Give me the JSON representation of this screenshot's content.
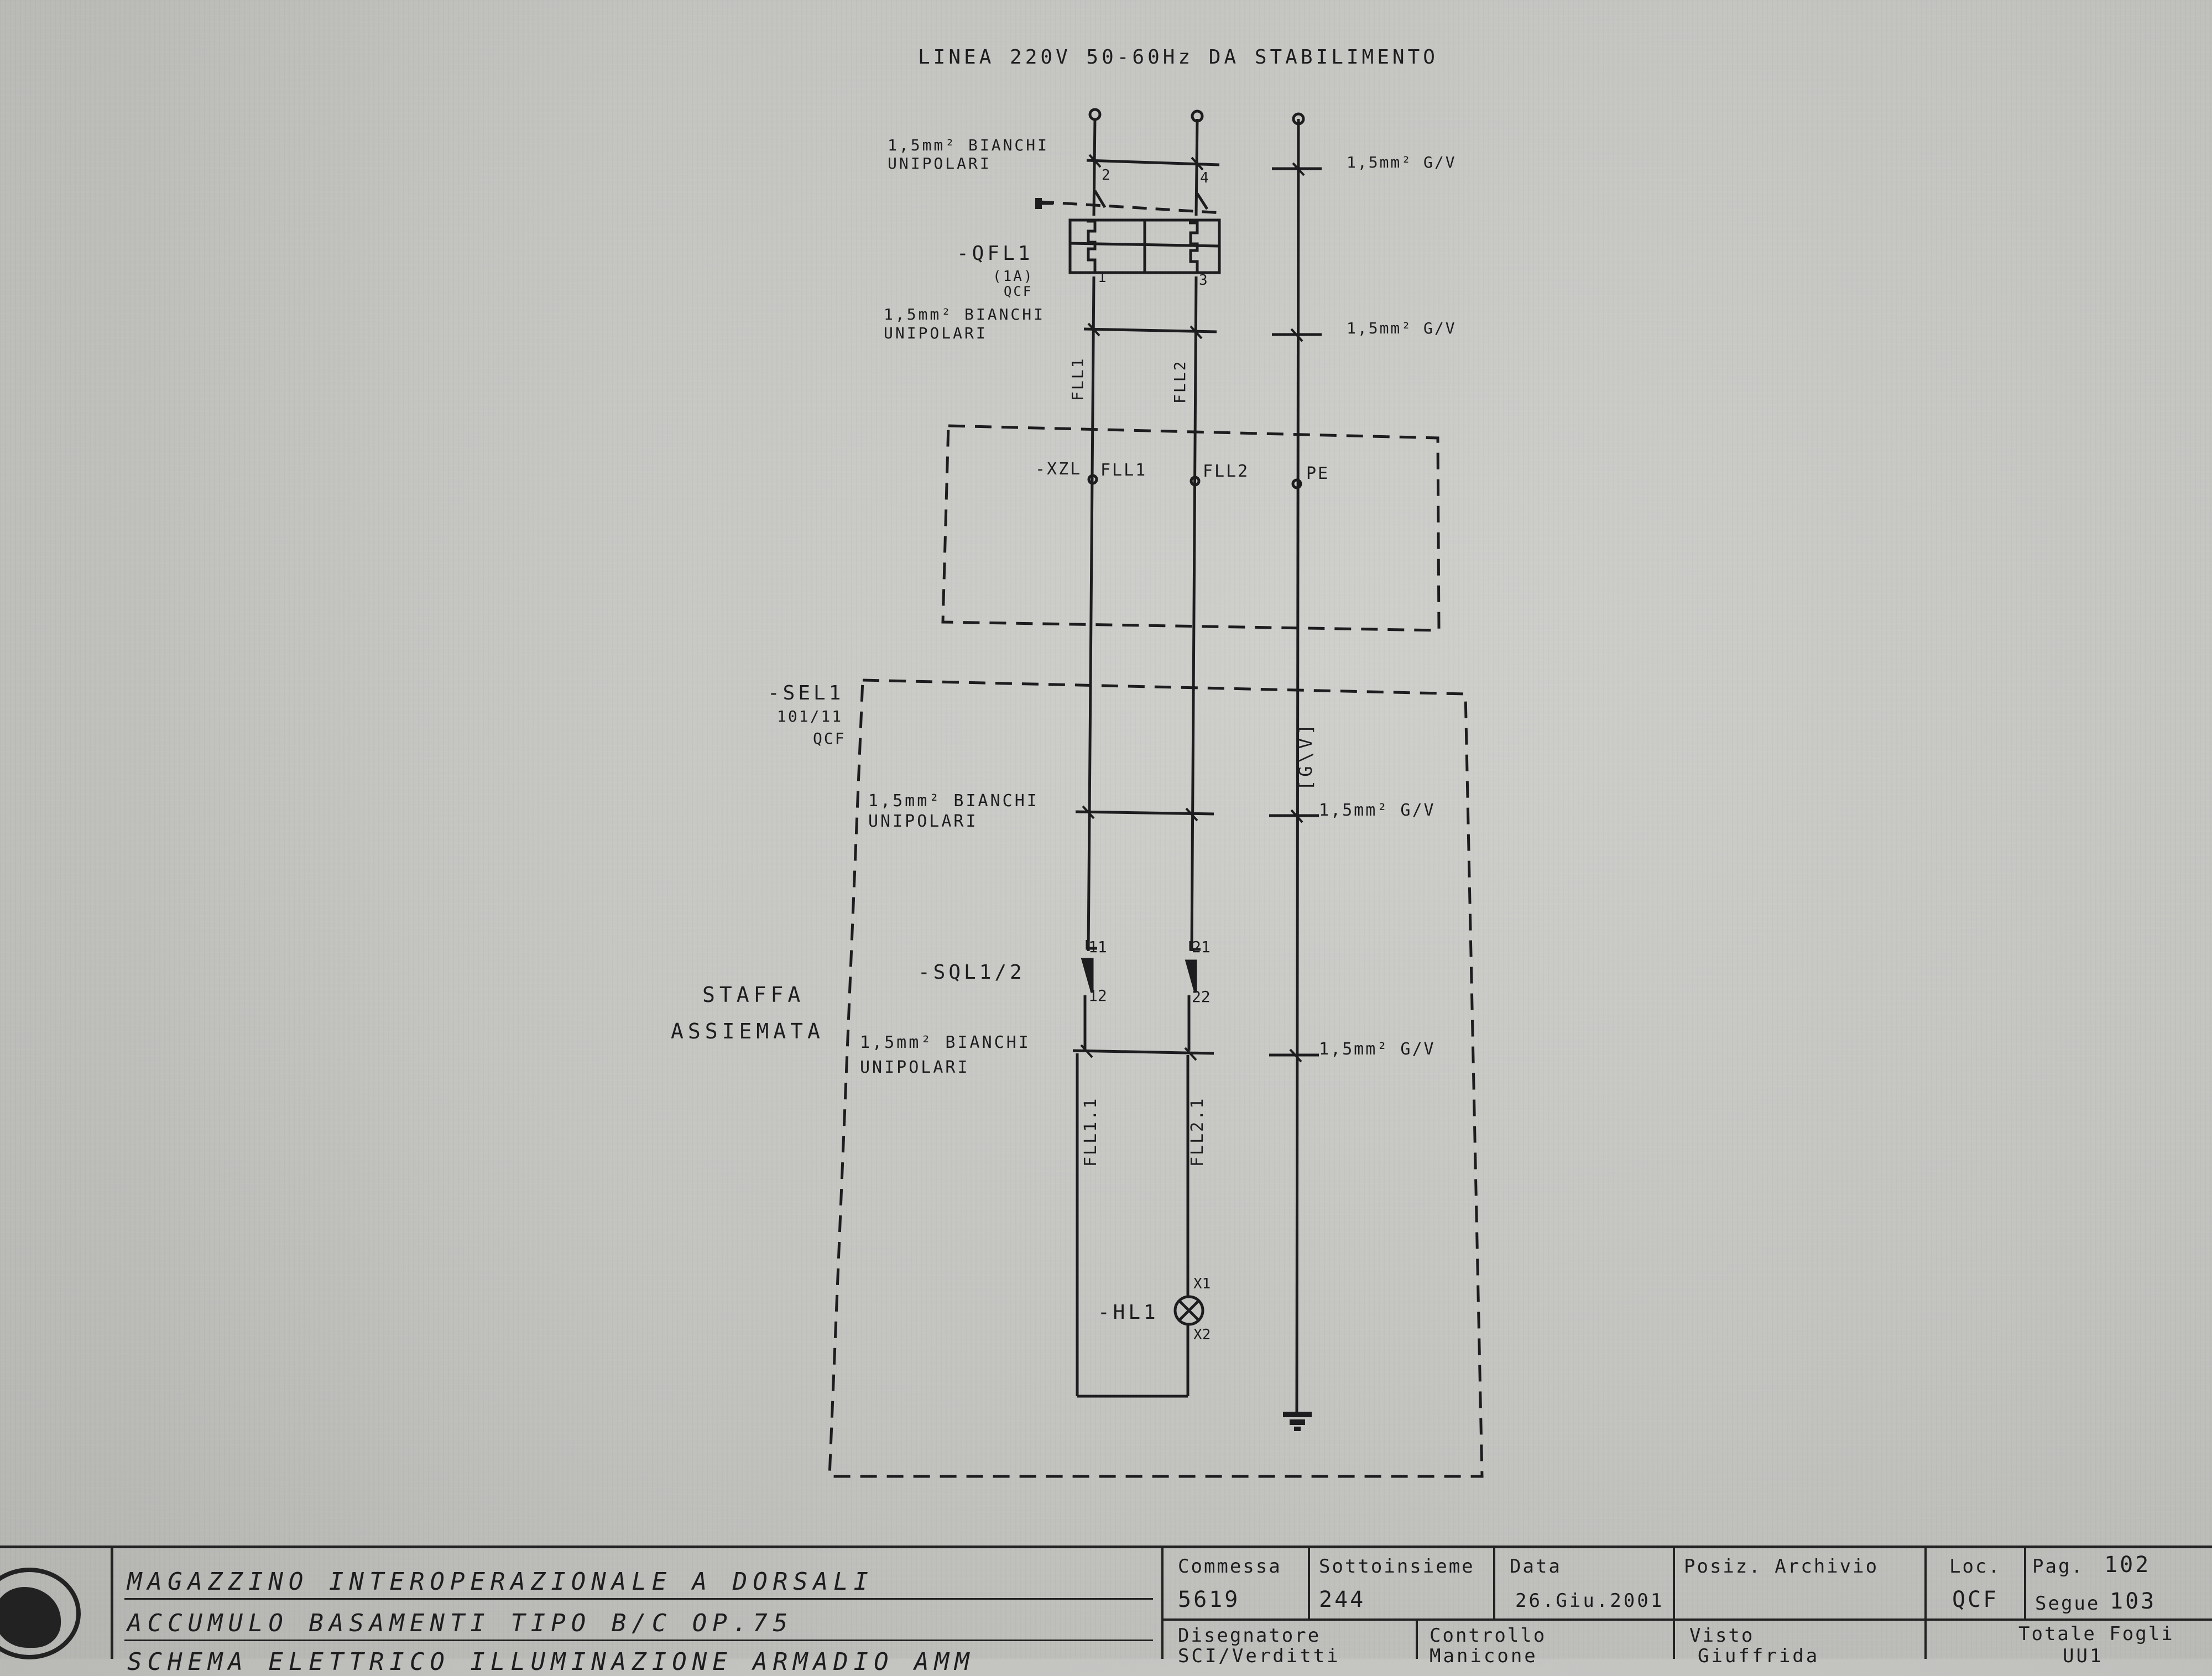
{
  "schematic": {
    "supply_line": "LINEA  220V 50-60Hz DA STABILIMENTO",
    "cable_bianchi_1": "1,5mm² BIANCHI",
    "cable_bianchi_2": "UNIPOLARI",
    "cable_gv": "1,5mm² G/V",
    "terminal_2": "2",
    "terminal_4": "4",
    "terminal_1": "1",
    "terminal_3": "3",
    "qfl_name": "-QFL1",
    "qfl_rating": "(1A)",
    "qfl_loc": "QCF",
    "wire_fll1": "FLL1",
    "wire_fll2": "FLL2",
    "xzl_name": "-XZL",
    "xzl_fll1": "FLL1",
    "xzl_fll2": "FLL2",
    "xzl_pe": "PE",
    "sel_name": "-SEL1",
    "sel_ref": "101/11",
    "sel_loc": "QCF",
    "gv_vertical": "[G\\V]",
    "sql_name": "-SQL1/2",
    "sql_t11": "11",
    "sql_t12": "12",
    "sql_t21": "21",
    "sql_t22": "22",
    "staffa_1": "STAFFA",
    "staffa_2": "ASSIEMATA",
    "wire_fll11": "FLL1.1",
    "wire_fll21": "FLL2.1",
    "hl_name": "-HL1",
    "hl_x1": "X1",
    "hl_x2": "X2"
  },
  "title_block": {
    "line1": "MAGAZZINO INTEROPERAZIONALE A DORSALI",
    "line2": "ACCUMULO BASAMENTI TIPO B/C OP.75",
    "line3": "SCHEMA ELETTRICO ILLUMINAZIONE ARMADIO AMM",
    "commessa_label": "Commessa",
    "commessa_value": "5619",
    "sottoinsieme_label": "Sottoinsieme",
    "sottoinsieme_value": "244",
    "data_label": "Data",
    "data_value": "26.Giu.2001",
    "posiz_label": "Posiz. Archivio",
    "loc_label": "Loc.",
    "loc_value": "QCF",
    "pag_label": "Pag.",
    "pag_value": "102",
    "segue_label": "Segue",
    "segue_value": "103",
    "disegnatore_label": "Disegnatore",
    "disegnatore_value": "SCI/Verditti",
    "controllo_label": "Controllo",
    "controllo_value": "Manicone",
    "visto_label": "Visto",
    "visto_value": "Giuffrida",
    "totale_label": "Totale Fogli",
    "totale_value": "UU1"
  }
}
